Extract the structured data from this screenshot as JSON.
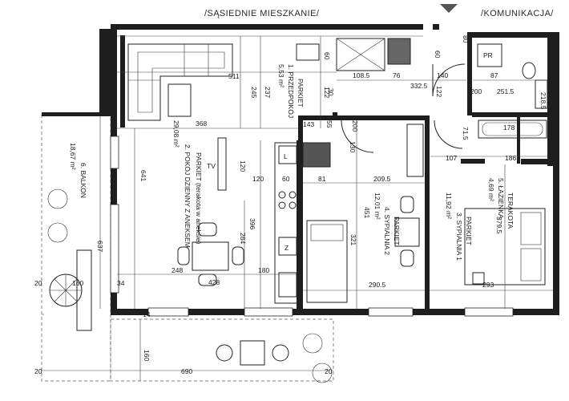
{
  "neighbors": {
    "top_left": "/SĄSIEDNIE MIESZKANIE/",
    "top_right": "/KOMUNIKACJA/"
  },
  "rooms": {
    "living": {
      "name": "2. POKÓJ DZIENNY Z ANEKSEM",
      "area": "29,08 m²",
      "floor": "PARKIET (terakota w aneksie)"
    },
    "hall": {
      "name": "1. PRZEDPOKÓJ",
      "area": "5,53 m²",
      "floor": "PARKIET"
    },
    "bed2": {
      "name": "4. SYPIALNIA 2",
      "area": "12,01 m²",
      "floor": "PARKIET"
    },
    "bed1": {
      "name": "3. SYPIALNIA 1",
      "area": "11,92 m²",
      "floor": "PARKIET"
    },
    "bath": {
      "name": "5. ŁAZIENKA",
      "area": "4,69 m²",
      "floor": "TERAKOTA"
    },
    "balcony": {
      "name": "6. BALKON",
      "area": "18,67 m²"
    }
  },
  "fixtures": {
    "tv": "TV",
    "fridge": "L",
    "dishwasher": "Z",
    "washer": "PR"
  },
  "dims": [
    "511",
    "368",
    "245",
    "237",
    "60",
    "122",
    "108.5",
    "76",
    "332.5",
    "140",
    "122",
    "200",
    "87",
    "251.5",
    "218.5",
    "80",
    "60",
    "143",
    "55",
    "30",
    "200",
    "130",
    "107",
    "186",
    "71.5",
    "178",
    "641",
    "120",
    "60",
    "120",
    "81",
    "209.5",
    "451",
    "396",
    "284",
    "321",
    "379.5",
    "248",
    "428",
    "180",
    "290.5",
    "293",
    "637",
    "20",
    "160",
    "34",
    "14",
    "20",
    "690",
    "160",
    "20"
  ]
}
